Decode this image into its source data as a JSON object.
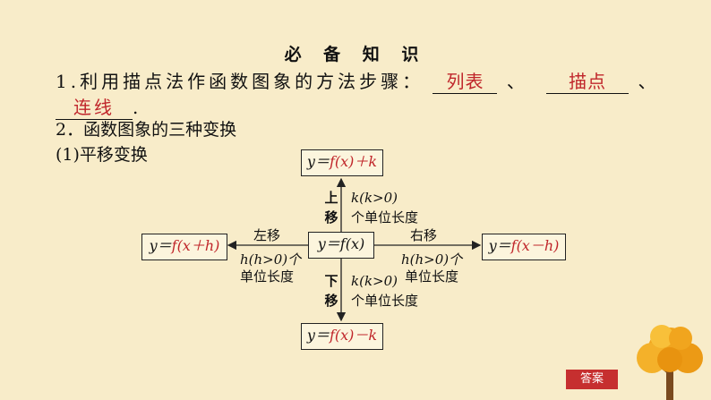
{
  "heading": "必 备 知 识",
  "item1": {
    "prefix": "1.利用描点法作函数图象的方法步骤：",
    "blank1": "列表",
    "sep1": "、",
    "blank2": "描点",
    "sep2": "、",
    "blank3": "连线",
    "end": "."
  },
  "item2": "2．函数图象的三种变换",
  "item3": "(1)平移变换",
  "diagram": {
    "center": "y＝f(x)",
    "top_box": {
      "pre": "y＝",
      "expr": "f(x)＋k"
    },
    "bottom_box": {
      "pre": "y＝",
      "expr": "f(x)－k"
    },
    "left_box": {
      "pre": "y＝",
      "expr": "f(x＋h)"
    },
    "right_box": {
      "pre": "y＝",
      "expr": "f(x－h)"
    },
    "up_char1": "上",
    "up_char2": "移",
    "up_cond": "k(k>0)",
    "up_unit": "个单位长度",
    "down_char1": "下",
    "down_char2": "移",
    "down_cond": "k(k>0)",
    "down_unit": "个单位长度",
    "left_label": "左移",
    "left_cond": "h(h>0)个",
    "left_unit": "单位长度",
    "right_label": "右移",
    "right_cond": "h(h>0)个",
    "right_unit": "单位长度"
  },
  "answer_button": "答案",
  "colors": {
    "background": "#f8ecc9",
    "answer_red": "#c0262b",
    "button": "#c62f2f"
  }
}
